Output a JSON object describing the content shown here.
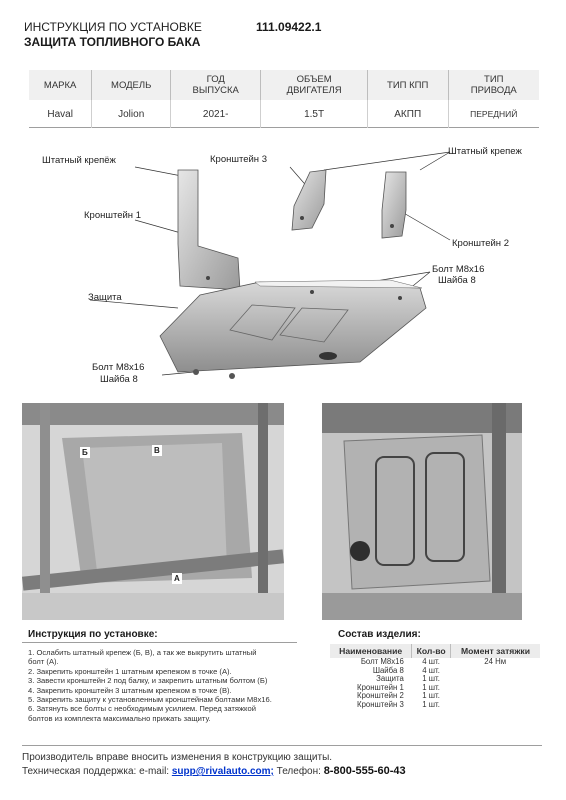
{
  "header": {
    "title": "ИНСТРУКЦИЯ ПО УСТАНОВКЕ",
    "subtitle": "ЗАЩИТА ТОПЛИВНОГО БАКА",
    "code": "111.09422.1"
  },
  "spec_table": {
    "headers": [
      [
        "МАРКА"
      ],
      [
        "МОДЕЛЬ"
      ],
      [
        "ГОД",
        "ВЫПУСКА"
      ],
      [
        "ОБЪЕМ",
        "ДВИГАТЕЛЯ"
      ],
      [
        "ТИП КПП"
      ],
      [
        "ТИП",
        "ПРИВОДА"
      ]
    ],
    "values": [
      "Haval",
      "Jolion",
      "2021-",
      "1.5T",
      "АКПП",
      "ПЕРЕДНИЙ"
    ]
  },
  "diagram": {
    "labels": {
      "std_fastener_left": "Штатный крепёж",
      "std_fastener_right": "Штатный крепеж",
      "bracket1": "Кронштейн 1",
      "bracket2": "Кронштейн 2",
      "bracket3": "Кронштейн 3",
      "guard": "Защита",
      "bolt_right": "Болт М8х16",
      "washer_right": "Шайба 8",
      "bolt_left": "Болт М8х16",
      "washer_left": "Шайба 8"
    }
  },
  "photos": {
    "left_markers": [
      "Б",
      "В",
      "А"
    ]
  },
  "instructions": {
    "title": "Инструкция по установке:",
    "steps": [
      "1. Ослабить штатный крепеж (Б, В), а так же выкрутить штатный",
      "болт (А).",
      "2. Закрепить кронштейн 1 штатным крепежом в точке (А).",
      "3. Завести кронштейн 2 под балку, и закрепить штатным болтом (Б)",
      "4. Закрепить кронштейн 3 штатным крепежом в точке (В).",
      "5. Закрепить защиту к установленным кронштейнам болтами М8х16.",
      "6. Затянуть все болты с необходимым усилием. Перед затяжкой",
      "болтов из комплекта максимально прижать защиту."
    ]
  },
  "composition": {
    "title": "Состав изделия:",
    "headers": [
      "Наименование",
      "Кол-во",
      "Момент затяжки"
    ],
    "rows": [
      {
        "name": "Болт М8х16",
        "qty": "4 шт.",
        "torque": "24 Нм"
      },
      {
        "name": "Шайба 8",
        "qty": "4 шт.",
        "torque": ""
      },
      {
        "name": "Защита",
        "qty": "1 шт.",
        "torque": ""
      },
      {
        "name": "Кронштейн 1",
        "qty": "1 шт.",
        "torque": ""
      },
      {
        "name": "Кронштейн 2",
        "qty": "1 шт.",
        "torque": ""
      },
      {
        "name": "Кронштейн 3",
        "qty": "1 шт.",
        "torque": ""
      }
    ]
  },
  "footer": {
    "note": "Производитель вправе вносить изменения в конструкцию защиты.",
    "support_label": "Техническая поддержка:  e-mail:",
    "email": "supp@rivalauto.com;",
    "phone_label": "Телефон:",
    "phone": "8-800-555-60-43"
  }
}
